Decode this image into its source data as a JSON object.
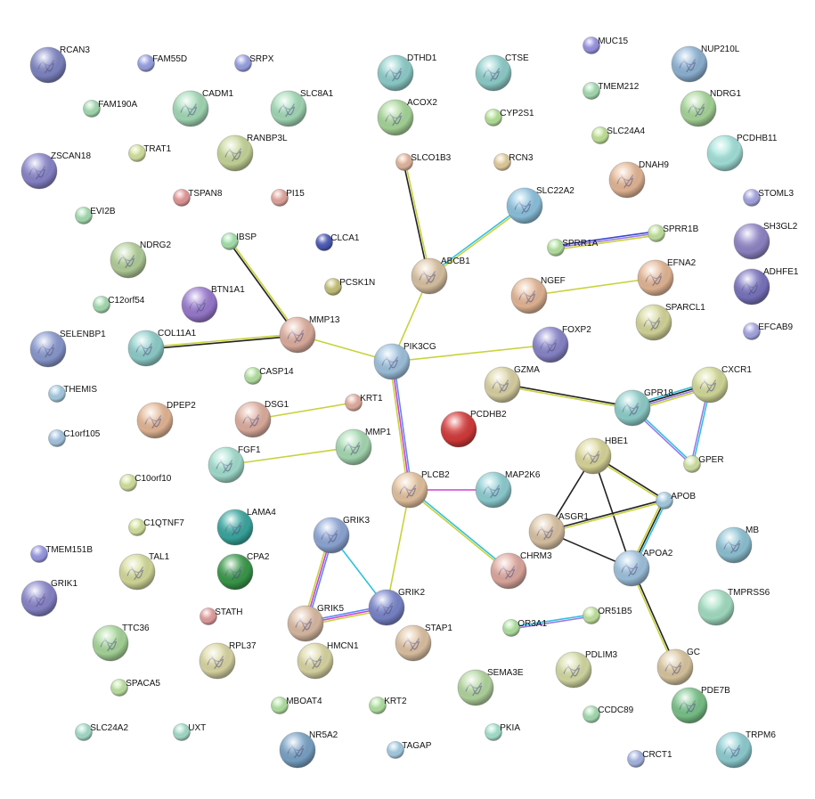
{
  "network": {
    "nodes": [
      {
        "id": "RCAN3",
        "size": "large",
        "color": "#7f86c4",
        "structure": true
      },
      {
        "id": "FAM55D",
        "size": "small",
        "color": "#9aa3e6",
        "structure": false
      },
      {
        "id": "SRPX",
        "size": "small",
        "color": "#9aa3e6",
        "structure": false
      },
      {
        "id": "DTHD1",
        "size": "large",
        "color": "#8fd0cc",
        "structure": true
      },
      {
        "id": "CTSE",
        "size": "large",
        "color": "#8fd0cc",
        "structure": true
      },
      {
        "id": "MUC15",
        "size": "small",
        "color": "#9a94e6",
        "structure": false
      },
      {
        "id": "NUP210L",
        "size": "large",
        "color": "#8fb5d6",
        "structure": true
      },
      {
        "id": "FAM190A",
        "size": "small",
        "color": "#a8e0b4",
        "structure": false
      },
      {
        "id": "CADM1",
        "size": "large",
        "color": "#a4dcb8",
        "structure": true
      },
      {
        "id": "SLC8A1",
        "size": "large",
        "color": "#a4dcb8",
        "structure": true
      },
      {
        "id": "ACOX2",
        "size": "large",
        "color": "#a8d89a",
        "structure": true
      },
      {
        "id": "TMEM212",
        "size": "small",
        "color": "#a8e0b4",
        "structure": false
      },
      {
        "id": "NDRG1",
        "size": "large",
        "color": "#a8d89a",
        "structure": true
      },
      {
        "id": "CYP2S1",
        "size": "small",
        "color": "#b8e69a",
        "structure": false
      },
      {
        "id": "SLC24A4",
        "size": "small",
        "color": "#c4e69a",
        "structure": false
      },
      {
        "id": "TRAT1",
        "size": "small",
        "color": "#d6e6a0",
        "structure": false
      },
      {
        "id": "RANBP3L",
        "size": "large",
        "color": "#c8d89a",
        "structure": true
      },
      {
        "id": "PCDHB11",
        "size": "large",
        "color": "#a4e4dc",
        "structure": false
      },
      {
        "id": "ZSCAN18",
        "size": "large",
        "color": "#8a86cc",
        "structure": true
      },
      {
        "id": "SLCO1B3",
        "size": "small",
        "color": "#e6b8a0",
        "structure": false
      },
      {
        "id": "RCN3",
        "size": "small",
        "color": "#e6d0a0",
        "structure": false
      },
      {
        "id": "DNAH9",
        "size": "large",
        "color": "#e6b896",
        "structure": true
      },
      {
        "id": "TSPAN8",
        "size": "small",
        "color": "#e69a9a",
        "structure": false
      },
      {
        "id": "PI15",
        "size": "small",
        "color": "#e6a8a0",
        "structure": false
      },
      {
        "id": "STOML3",
        "size": "small",
        "color": "#a8a8e6",
        "structure": false
      },
      {
        "id": "EVI2B",
        "size": "small",
        "color": "#a8e0b4",
        "structure": false
      },
      {
        "id": "SLC22A2",
        "size": "large",
        "color": "#8ec4e0",
        "structure": true
      },
      {
        "id": "SH3GL2",
        "size": "large",
        "color": "#8f86c8",
        "structure": false
      },
      {
        "id": "IBSP",
        "size": "small",
        "color": "#a8e6b0",
        "structure": false
      },
      {
        "id": "CLCA1",
        "size": "small",
        "color": "#4a5ab8",
        "structure": false
      },
      {
        "id": "SPRR1A",
        "size": "small",
        "color": "#b8e6a4",
        "structure": false
      },
      {
        "id": "SPRR1B",
        "size": "small",
        "color": "#c4e6a0",
        "structure": false
      },
      {
        "id": "NDRG2",
        "size": "large",
        "color": "#b4d09a",
        "structure": true
      },
      {
        "id": "ABCB1",
        "size": "large",
        "color": "#dcc4a4",
        "structure": true
      },
      {
        "id": "EFNA2",
        "size": "large",
        "color": "#e6b896",
        "structure": true
      },
      {
        "id": "ADHFE1",
        "size": "large",
        "color": "#7a74c0",
        "structure": true
      },
      {
        "id": "PCSK1N",
        "size": "small",
        "color": "#c8c47a",
        "structure": false
      },
      {
        "id": "BTN1A1",
        "size": "large",
        "color": "#9a7ad0",
        "structure": true
      },
      {
        "id": "NGEF",
        "size": "large",
        "color": "#e6b896",
        "structure": true
      },
      {
        "id": "C12orf54",
        "size": "small",
        "color": "#a8e0b4",
        "structure": false
      },
      {
        "id": "SPARCL1",
        "size": "large",
        "color": "#d6d89a",
        "structure": true
      },
      {
        "id": "EFCAB9",
        "size": "small",
        "color": "#a8a8e6",
        "structure": false
      },
      {
        "id": "SELENBP1",
        "size": "large",
        "color": "#8a9ad0",
        "structure": true
      },
      {
        "id": "MMP13",
        "size": "large",
        "color": "#e0b0a0",
        "structure": true
      },
      {
        "id": "COL11A1",
        "size": "large",
        "color": "#8fd0cc",
        "structure": true
      },
      {
        "id": "FOXP2",
        "size": "large",
        "color": "#8a86cc",
        "structure": true
      },
      {
        "id": "PIK3CG",
        "size": "large",
        "color": "#a0c4e0",
        "structure": true
      },
      {
        "id": "CASP14",
        "size": "small",
        "color": "#b8e6a4",
        "structure": false
      },
      {
        "id": "THEMIS",
        "size": "small",
        "color": "#a8d0e6",
        "structure": false
      },
      {
        "id": "GZMA",
        "size": "large",
        "color": "#dcd4a4",
        "structure": true
      },
      {
        "id": "CXCR1",
        "size": "large",
        "color": "#d6dc9a",
        "structure": true
      },
      {
        "id": "KRT1",
        "size": "small",
        "color": "#e6b0a0",
        "structure": false
      },
      {
        "id": "DSG1",
        "size": "large",
        "color": "#e0b0a0",
        "structure": true
      },
      {
        "id": "GPR18",
        "size": "large",
        "color": "#8fd0cc",
        "structure": true
      },
      {
        "id": "DPEP2",
        "size": "large",
        "color": "#e6b896",
        "structure": true
      },
      {
        "id": "PCDHB2",
        "size": "large",
        "color": "#d63a3a",
        "structure": false
      },
      {
        "id": "C1orf105",
        "size": "small",
        "color": "#a8c8e6",
        "structure": false
      },
      {
        "id": "MMP1",
        "size": "large",
        "color": "#a8dcb4",
        "structure": true
      },
      {
        "id": "HBE1",
        "size": "large",
        "color": "#dcd89a",
        "structure": true
      },
      {
        "id": "FGF1",
        "size": "large",
        "color": "#a4e0d0",
        "structure": true
      },
      {
        "id": "GPER",
        "size": "small",
        "color": "#d6e6a8",
        "structure": false
      },
      {
        "id": "C10orf10",
        "size": "small",
        "color": "#d6e6a0",
        "structure": false
      },
      {
        "id": "PLCB2",
        "size": "large",
        "color": "#e6c4a0",
        "structure": true
      },
      {
        "id": "MAP2K6",
        "size": "large",
        "color": "#8fd0d4",
        "structure": true
      },
      {
        "id": "APOB",
        "size": "small",
        "color": "#a8d0e6",
        "structure": false
      },
      {
        "id": "C1QTNF7",
        "size": "small",
        "color": "#d6e6a0",
        "structure": false
      },
      {
        "id": "LAMA4",
        "size": "large",
        "color": "#3aa8a0",
        "structure": true
      },
      {
        "id": "GRIK3",
        "size": "large",
        "color": "#8fa8d8",
        "structure": true
      },
      {
        "id": "ASGR1",
        "size": "large",
        "color": "#dcc4a4",
        "structure": true
      },
      {
        "id": "MB",
        "size": "large",
        "color": "#8fc4d6",
        "structure": true
      },
      {
        "id": "TMEM151B",
        "size": "small",
        "color": "#9a9ae6",
        "structure": false
      },
      {
        "id": "TAL1",
        "size": "large",
        "color": "#d6dc9a",
        "structure": true
      },
      {
        "id": "CPA2",
        "size": "large",
        "color": "#3a9a4a",
        "structure": true
      },
      {
        "id": "CHRM3",
        "size": "large",
        "color": "#e0aaa0",
        "structure": true
      },
      {
        "id": "APOA2",
        "size": "large",
        "color": "#a0c4e0",
        "structure": true
      },
      {
        "id": "GRIK1",
        "size": "large",
        "color": "#8a86cc",
        "structure": true
      },
      {
        "id": "GRIK2",
        "size": "large",
        "color": "#7a86cc",
        "structure": true
      },
      {
        "id": "TMPRSS6",
        "size": "large",
        "color": "#a4e0c4",
        "structure": false
      },
      {
        "id": "STATH",
        "size": "small",
        "color": "#e6a0a0",
        "structure": false
      },
      {
        "id": "GRIK5",
        "size": "large",
        "color": "#dcbca4",
        "structure": true
      },
      {
        "id": "OR3A1",
        "size": "small",
        "color": "#b4e6a4",
        "structure": false
      },
      {
        "id": "OR51B5",
        "size": "small",
        "color": "#c4e6a0",
        "structure": false
      },
      {
        "id": "TTC36",
        "size": "large",
        "color": "#a8d89a",
        "structure": true
      },
      {
        "id": "RPL37",
        "size": "large",
        "color": "#dcd8a4",
        "structure": true
      },
      {
        "id": "STAP1",
        "size": "large",
        "color": "#e0c4a4",
        "structure": true
      },
      {
        "id": "HMCN1",
        "size": "large",
        "color": "#dcd8a4",
        "structure": true
      },
      {
        "id": "PDLIM3",
        "size": "large",
        "color": "#d6dca4",
        "structure": true
      },
      {
        "id": "GC",
        "size": "large",
        "color": "#dcc8a0",
        "structure": true
      },
      {
        "id": "SEMA3E",
        "size": "large",
        "color": "#b4d8a0",
        "structure": true
      },
      {
        "id": "SPACA5",
        "size": "small",
        "color": "#c0e6a4",
        "structure": false
      },
      {
        "id": "PDE7B",
        "size": "large",
        "color": "#7ac48a",
        "structure": true
      },
      {
        "id": "MBOAT4",
        "size": "small",
        "color": "#b4e6a4",
        "structure": false
      },
      {
        "id": "KRT2",
        "size": "small",
        "color": "#b4e6a4",
        "structure": false
      },
      {
        "id": "CCDC89",
        "size": "small",
        "color": "#a8e0b4",
        "structure": false
      },
      {
        "id": "SLC24A2",
        "size": "small",
        "color": "#a8e0cc",
        "structure": false
      },
      {
        "id": "UXT",
        "size": "small",
        "color": "#a8e0cc",
        "structure": false
      },
      {
        "id": "NR5A2",
        "size": "large",
        "color": "#7aa4c8",
        "structure": true
      },
      {
        "id": "TAGAP",
        "size": "small",
        "color": "#a8d0e6",
        "structure": false
      },
      {
        "id": "PKIA",
        "size": "small",
        "color": "#a8e6d0",
        "structure": false
      },
      {
        "id": "CRCT1",
        "size": "small",
        "color": "#a8b8e6",
        "structure": false
      },
      {
        "id": "TRPM6",
        "size": "large",
        "color": "#8fd0d4",
        "structure": true
      }
    ],
    "edges": [
      {
        "source": "PIK3CG",
        "target": "ABCB1",
        "channels": [
          "#c8d23a"
        ]
      },
      {
        "source": "PIK3CG",
        "target": "MMP13",
        "channels": [
          "#c8d23a"
        ]
      },
      {
        "source": "PIK3CG",
        "target": "FOXP2",
        "channels": [
          "#c8d23a"
        ]
      },
      {
        "source": "PIK3CG",
        "target": "PLCB2",
        "channels": [
          "#5a8cf0",
          "#d040d0",
          "#c8d23a"
        ]
      },
      {
        "source": "ABCB1",
        "target": "SLCO1B3",
        "channels": [
          "#222222",
          "#c8d23a"
        ]
      },
      {
        "source": "ABCB1",
        "target": "SLC22A2",
        "channels": [
          "#30c0e0",
          "#c8d23a"
        ]
      },
      {
        "source": "MMP13",
        "target": "IBSP",
        "channels": [
          "#222222",
          "#c8d23a"
        ]
      },
      {
        "source": "MMP13",
        "target": "COL11A1",
        "channels": [
          "#222222",
          "#c8d23a"
        ]
      },
      {
        "source": "KRT1",
        "target": "DSG1",
        "channels": [
          "#c8d23a"
        ]
      },
      {
        "source": "MMP1",
        "target": "FGF1",
        "channels": [
          "#c8d23a"
        ]
      },
      {
        "source": "PLCB2",
        "target": "MAP2K6",
        "channels": [
          "#d040d0"
        ]
      },
      {
        "source": "PLCB2",
        "target": "GRIK2",
        "channels": [
          "#c8d23a"
        ]
      },
      {
        "source": "PLCB2",
        "target": "CHRM3",
        "channels": [
          "#30c0e0",
          "#c8d23a"
        ]
      },
      {
        "source": "GRIK3",
        "target": "GRIK5",
        "channels": [
          "#5a8cf0",
          "#d040d0",
          "#c8d23a"
        ]
      },
      {
        "source": "GRIK3",
        "target": "GRIK2",
        "channels": [
          "#30c0e0"
        ]
      },
      {
        "source": "GRIK5",
        "target": "GRIK2",
        "channels": [
          "#5a8cf0",
          "#d040d0",
          "#c8d23a"
        ]
      },
      {
        "source": "SPRR1A",
        "target": "SPRR1B",
        "channels": [
          "#3a4ad0",
          "#9a7ae0",
          "#c8d23a"
        ]
      },
      {
        "source": "NGEF",
        "target": "EFNA2",
        "channels": [
          "#c8d23a"
        ]
      },
      {
        "source": "GZMA",
        "target": "GPR18",
        "channels": [
          "#222222",
          "#c8d23a"
        ]
      },
      {
        "source": "GPR18",
        "target": "CXCR1",
        "channels": [
          "#30c0e0",
          "#222222",
          "#9a7ae0",
          "#c8d23a"
        ]
      },
      {
        "source": "GPR18",
        "target": "GPER",
        "channels": [
          "#30c0e0",
          "#9a7ae0"
        ]
      },
      {
        "source": "CXCR1",
        "target": "GPER",
        "channels": [
          "#30c0e0",
          "#9a7ae0"
        ]
      },
      {
        "source": "HBE1",
        "target": "ASGR1",
        "channels": [
          "#222222"
        ]
      },
      {
        "source": "HBE1",
        "target": "APOB",
        "channels": [
          "#222222",
          "#c8d23a"
        ]
      },
      {
        "source": "HBE1",
        "target": "APOA2",
        "channels": [
          "#222222"
        ]
      },
      {
        "source": "ASGR1",
        "target": "APOB",
        "channels": [
          "#222222",
          "#c8d23a"
        ]
      },
      {
        "source": "ASGR1",
        "target": "APOA2",
        "channels": [
          "#222222"
        ]
      },
      {
        "source": "APOB",
        "target": "APOA2",
        "channels": [
          "#30c0e0",
          "#222222",
          "#c8d23a"
        ]
      },
      {
        "source": "APOA2",
        "target": "GC",
        "channels": [
          "#222222",
          "#c8d23a"
        ]
      },
      {
        "source": "OR3A1",
        "target": "OR51B5",
        "channels": [
          "#30c0e0",
          "#9a7ae0"
        ]
      }
    ]
  }
}
